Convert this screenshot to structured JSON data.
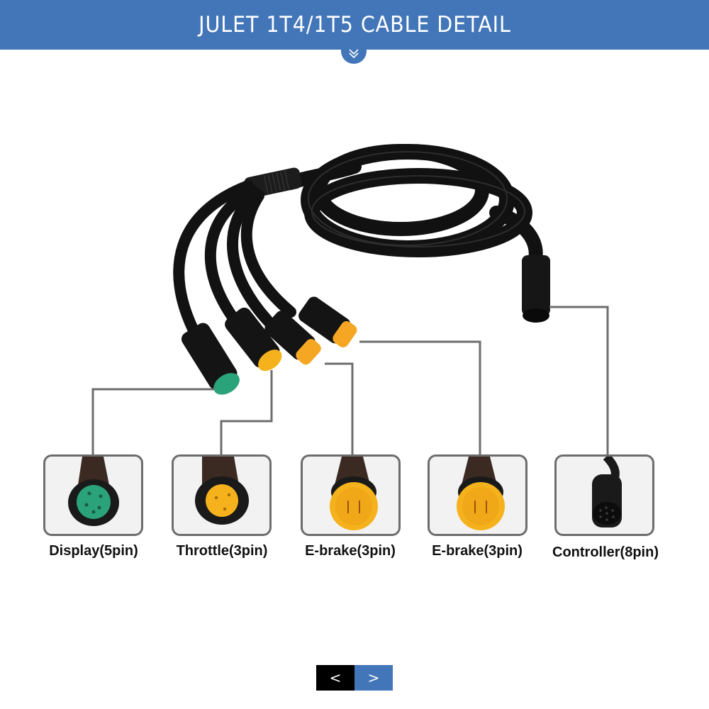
{
  "header": {
    "title": "JULET 1T4/1T5 CABLE DETAIL",
    "background": "#4276b8",
    "scroll_icon": "double-chevron-down-icon"
  },
  "connectors": [
    {
      "label": "Display(5pin)",
      "insert_color": "#2aa37a",
      "pins": 5,
      "type": "female"
    },
    {
      "label": "Throttle(3pin)",
      "insert_color": "#f5b21c",
      "pins": 3,
      "type": "female"
    },
    {
      "label": "E-brake(3pin)",
      "insert_color": "#f5b21c",
      "pins": 3,
      "type": "male"
    },
    {
      "label": "E-brake(3pin)",
      "insert_color": "#f5b21c",
      "pins": 3,
      "type": "male"
    },
    {
      "label": "Controller(8pin)",
      "insert_color": "#1a1a1a",
      "pins": 8,
      "type": "female"
    }
  ],
  "callout_line_color": "#6d6d6d",
  "pager": {
    "prev_label": "<",
    "next_label": ">"
  }
}
